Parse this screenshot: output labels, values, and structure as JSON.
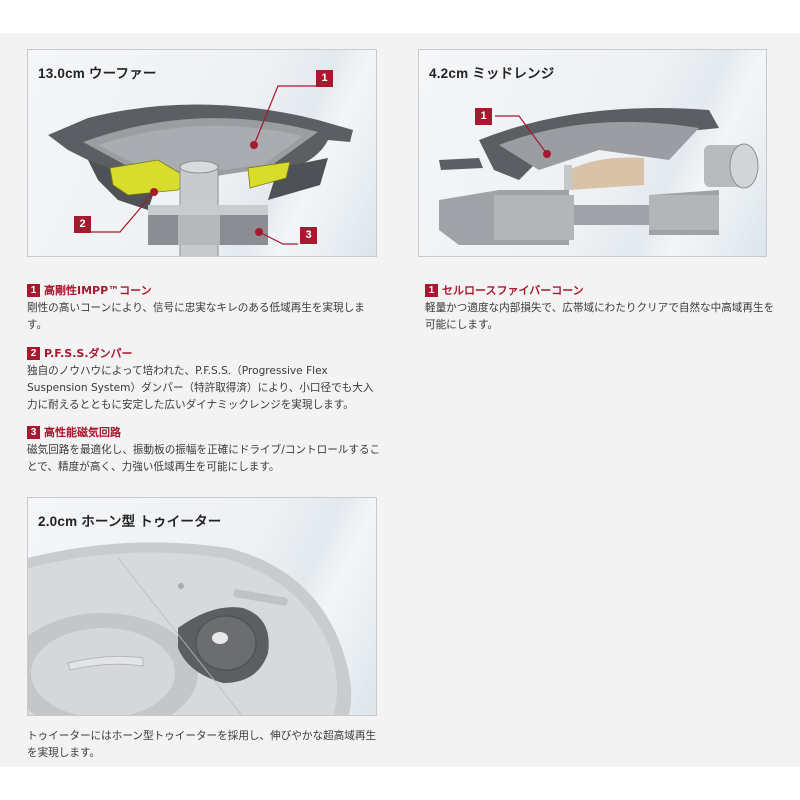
{
  "woofer": {
    "title": "13.0cm ウーファー",
    "callouts": [
      "1",
      "2",
      "3"
    ],
    "features": [
      {
        "num": "1",
        "title": "高剛性IMPP™コーン",
        "body": "剛性の高いコーンにより、信号に忠実なキレのある低域再生を実現します。"
      },
      {
        "num": "2",
        "title": "P.F.S.S.ダンパー",
        "body": "独自のノウハウによって培われた、P.F.S.S.（Progressive Flex Suspension System）ダンパー（特許取得済）により、小口径でも大入力に耐えるとともに安定した広いダイナミックレンジを実現します。"
      },
      {
        "num": "3",
        "title": "高性能磁気回路",
        "body": "磁気回路を最適化し、振動板の振幅を正確にドライブ/コントロールすることで、精度が高く、力強い低域再生を可能にします。"
      }
    ]
  },
  "midrange": {
    "title": "4.2cm ミッドレンジ",
    "callouts": [
      "1"
    ],
    "features": [
      {
        "num": "1",
        "title": "セルロースファイバーコーン",
        "body": "軽量かつ適度な内部損失で、広帯域にわたりクリアで自然な中高域再生を可能にします。"
      }
    ]
  },
  "tweeter": {
    "title": "2.0cm ホーン型 トゥイーター",
    "body": "トゥイーターにはホーン型トゥイーターを採用し、伸びやかな超高域再生を実現します。"
  },
  "colors": {
    "accent": "#a6192e",
    "panel_bg": "#f3f3f3",
    "highlight_yellow": "#d8dc2a"
  }
}
